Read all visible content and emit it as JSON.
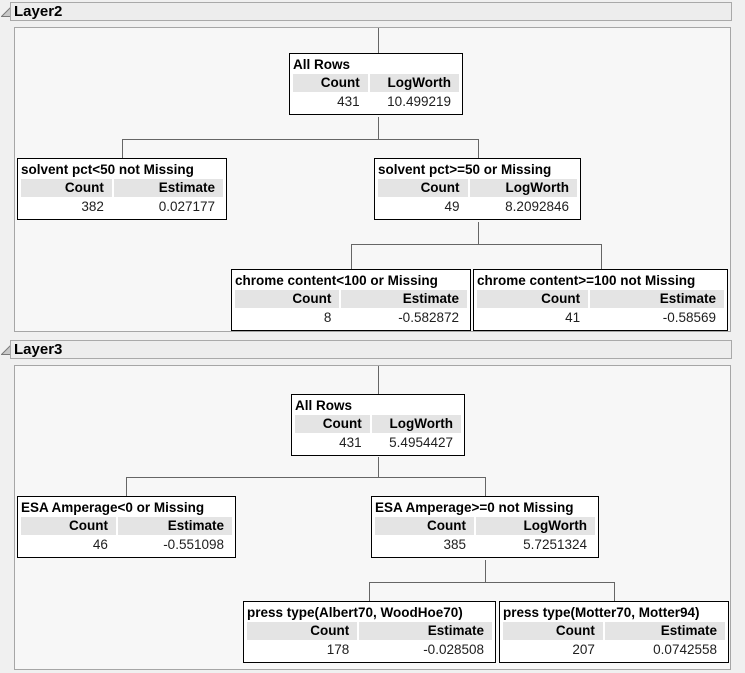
{
  "report": {
    "colors": {
      "page_bg": "#f0f0f0",
      "panel_bg": "#f7f7f7",
      "node_bg": "#ffffff",
      "node_border": "#000000",
      "header_cell_bg": "#e4e4e4",
      "outline_bar_bg": "#ededed",
      "connector": "#666666"
    }
  },
  "layers": [
    {
      "title": "Layer2",
      "nodes": [
        {
          "id": 0,
          "parent": null,
          "label": "All Rows",
          "col1": "Count",
          "col2": "LogWorth",
          "val1": "431",
          "val2": "10.499219"
        },
        {
          "id": 1,
          "parent": 0,
          "label": "solvent pct<50 not Missing",
          "col1": "Count",
          "col2": "Estimate",
          "val1": "382",
          "val2": "0.027177"
        },
        {
          "id": 2,
          "parent": 0,
          "label": "solvent pct>=50 or Missing",
          "col1": "Count",
          "col2": "LogWorth",
          "val1": "49",
          "val2": "8.2092846"
        },
        {
          "id": 3,
          "parent": 2,
          "label": "chrome content<100 or Missing",
          "col1": "Count",
          "col2": "Estimate",
          "val1": "8",
          "val2": "-0.582872"
        },
        {
          "id": 4,
          "parent": 2,
          "label": "chrome content>=100 not Missing",
          "col1": "Count",
          "col2": "Estimate",
          "val1": "41",
          "val2": "-0.58569"
        }
      ]
    },
    {
      "title": "Layer3",
      "nodes": [
        {
          "id": 0,
          "parent": null,
          "label": "All Rows",
          "col1": "Count",
          "col2": "LogWorth",
          "val1": "431",
          "val2": "5.4954427"
        },
        {
          "id": 1,
          "parent": 0,
          "label": "ESA Amperage<0 or Missing",
          "col1": "Count",
          "col2": "Estimate",
          "val1": "46",
          "val2": "-0.551098"
        },
        {
          "id": 2,
          "parent": 0,
          "label": "ESA Amperage>=0 not Missing",
          "col1": "Count",
          "col2": "LogWorth",
          "val1": "385",
          "val2": "5.7251324"
        },
        {
          "id": 3,
          "parent": 2,
          "label": "press type(Albert70, WoodHoe70)",
          "col1": "Count",
          "col2": "Estimate",
          "val1": "178",
          "val2": "-0.028508"
        },
        {
          "id": 4,
          "parent": 2,
          "label": "press type(Motter70, Motter94)",
          "col1": "Count",
          "col2": "Estimate",
          "val1": "207",
          "val2": "0.0742558"
        }
      ]
    }
  ]
}
